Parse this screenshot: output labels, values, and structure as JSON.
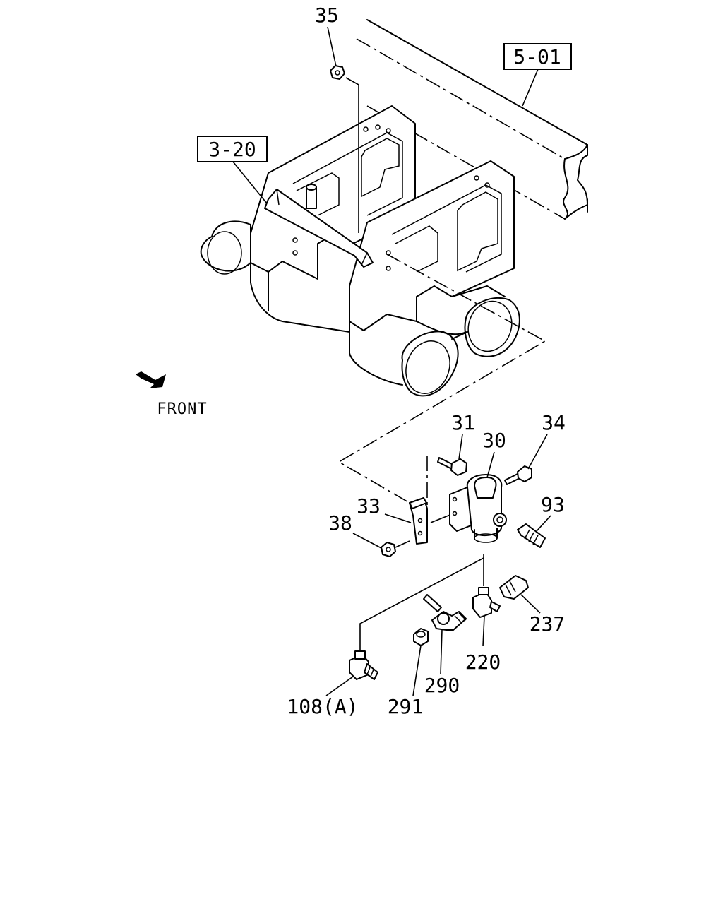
{
  "diagram": {
    "ref_boxes": [
      {
        "id": "ref-5-01",
        "label": "5-01"
      },
      {
        "id": "ref-3-20",
        "label": "3-20"
      }
    ],
    "front_label": "FRONT",
    "callouts": [
      {
        "id": "35",
        "label": "35"
      },
      {
        "id": "31",
        "label": "31"
      },
      {
        "id": "30",
        "label": "30"
      },
      {
        "id": "34",
        "label": "34"
      },
      {
        "id": "93",
        "label": "93"
      },
      {
        "id": "33",
        "label": "33"
      },
      {
        "id": "38",
        "label": "38"
      },
      {
        "id": "237",
        "label": "237"
      },
      {
        "id": "220",
        "label": "220"
      },
      {
        "id": "290",
        "label": "290"
      },
      {
        "id": "291",
        "label": "291"
      },
      {
        "id": "108A",
        "label": "108(A)"
      }
    ]
  }
}
